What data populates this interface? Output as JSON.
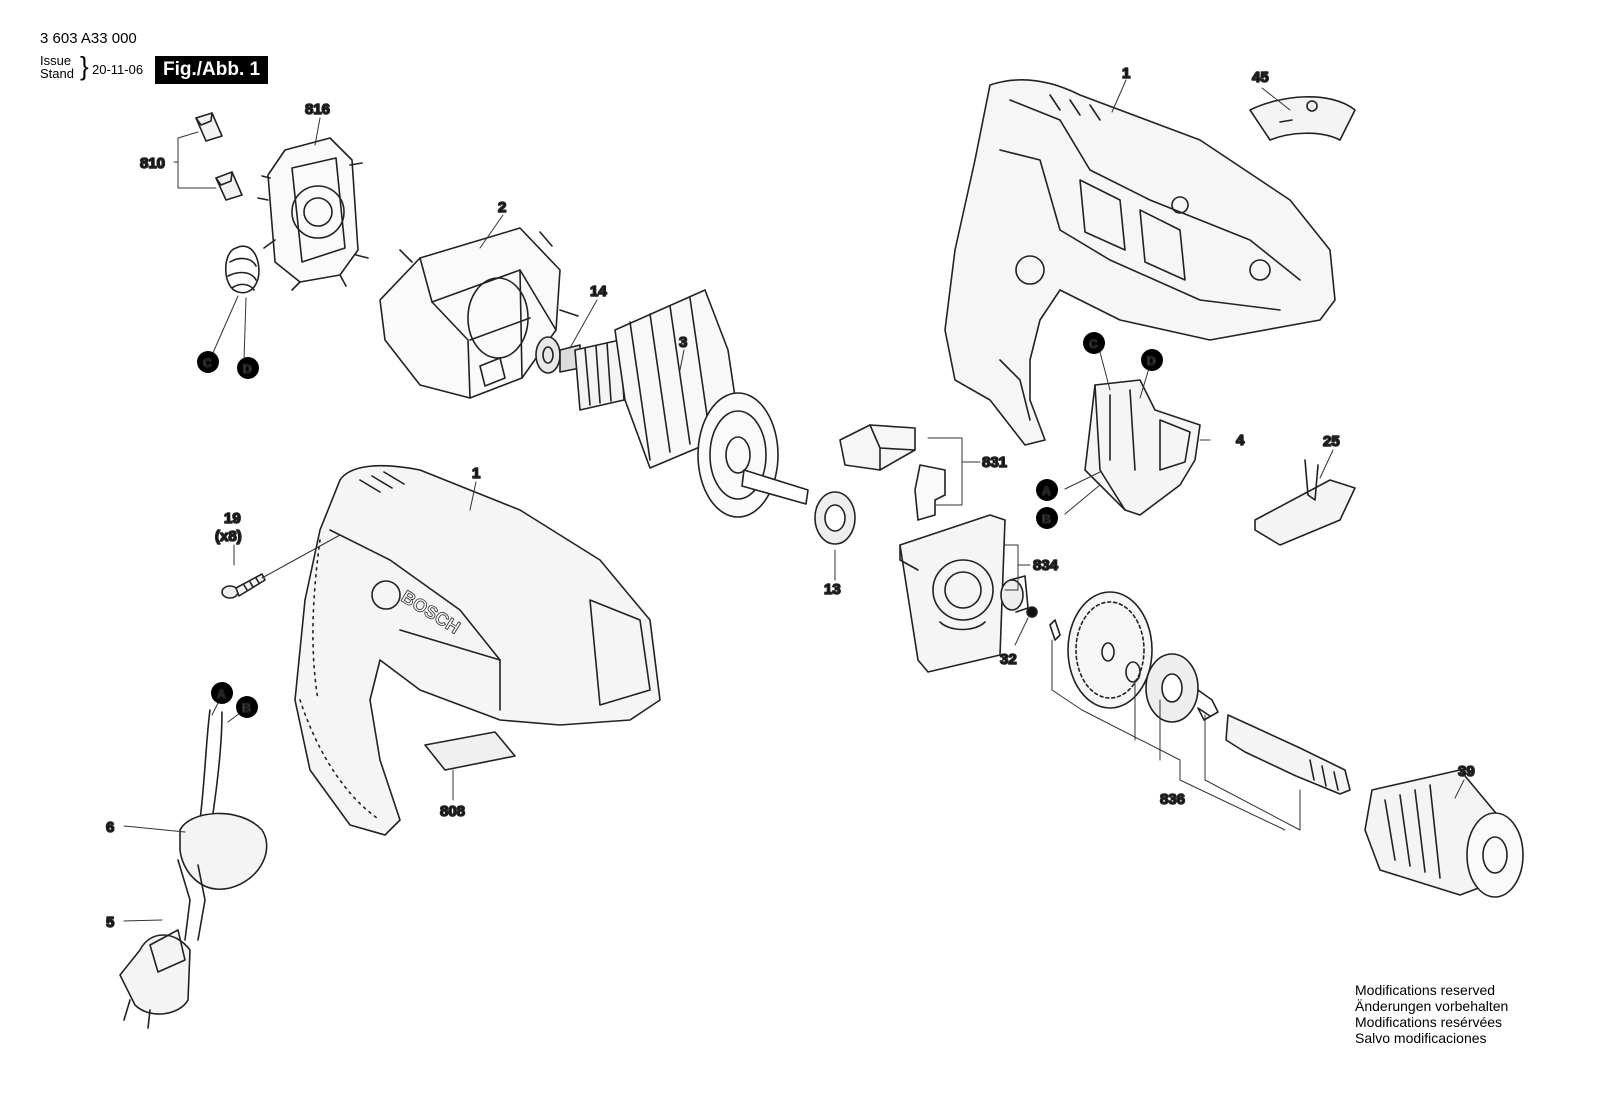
{
  "header": {
    "doc_number": "3 603 A33 000",
    "issue_label": "Issue",
    "stand_label": "Stand",
    "date": "20-11-06",
    "figure_label": "Fig./Abb. 1"
  },
  "footer": {
    "modifications": [
      "Modifications reserved",
      "Änderungen vorbehalten",
      "Modifications resérvées",
      "Salvo modificaciones"
    ]
  },
  "labels": {
    "p816": "816",
    "p810": "810",
    "p2": "2",
    "p14": "14",
    "p3": "3",
    "p1_top": "1",
    "p45": "45",
    "p1_front": "1",
    "p831": "831",
    "p4": "4",
    "p25": "25",
    "p19": "19",
    "p19_qty": "(x8)",
    "p13": "13",
    "p834": "834",
    "p32": "32",
    "p808": "808",
    "p836": "836",
    "p39": "39",
    "p6": "6",
    "p5": "5"
  },
  "markers": {
    "c1": "C",
    "d1": "D",
    "c2": "C",
    "d2": "D",
    "a1": "A",
    "b1": "B",
    "a2": "A",
    "b2": "B"
  },
  "housing_brand": "BOSCH"
}
